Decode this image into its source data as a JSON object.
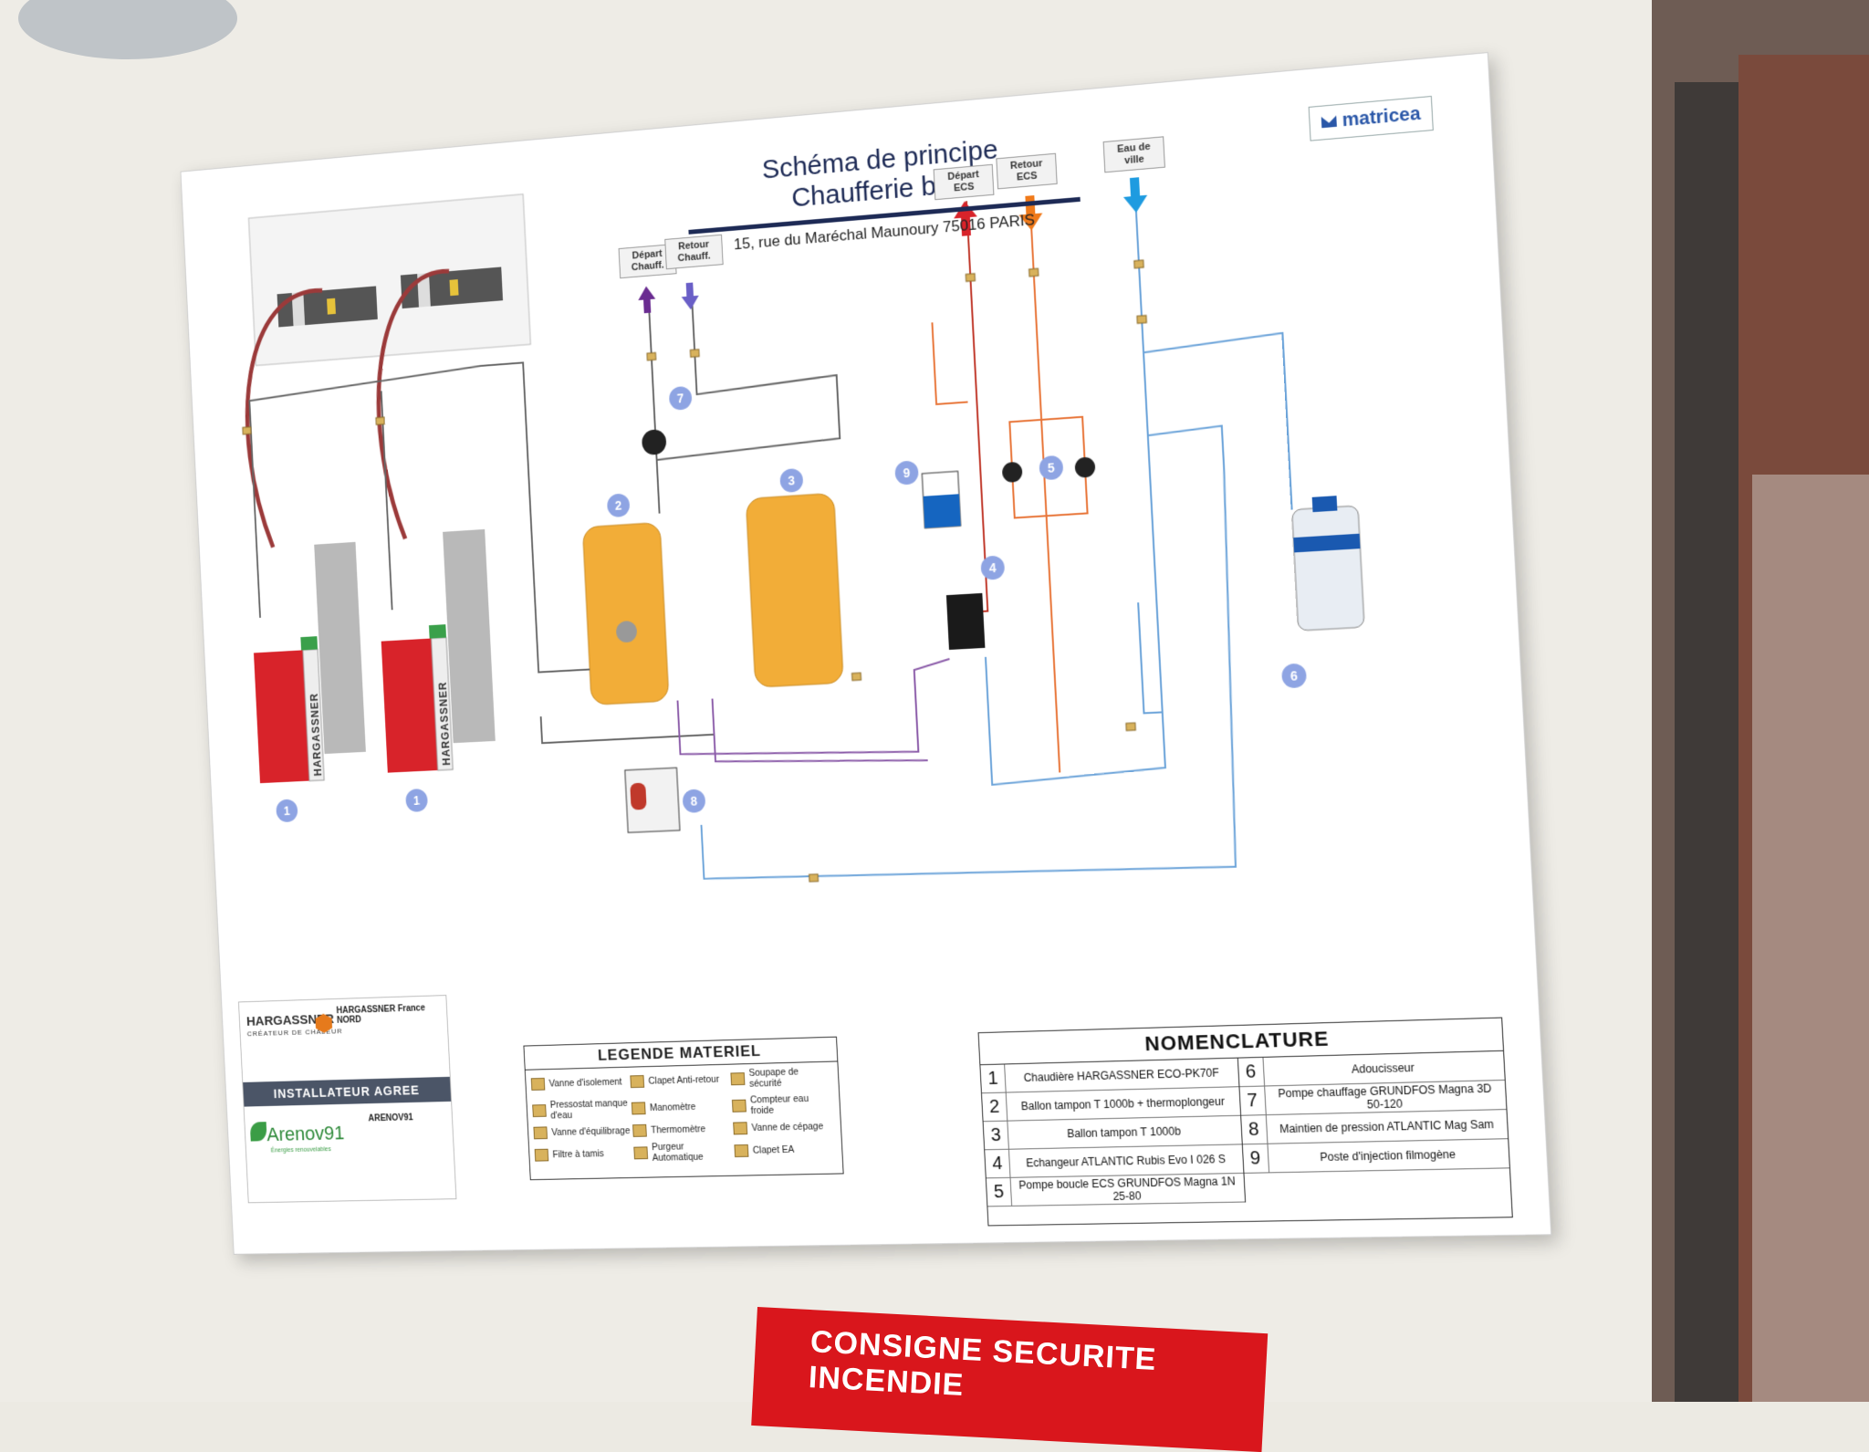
{
  "header": {
    "title_line1": "Schéma de principe",
    "title_line2": "Chaufferie bois",
    "address": "15, rue du Maréchal Maunoury 75016 PARIS",
    "brand": "matricea"
  },
  "flow_labels": {
    "depart_chauff": "Départ Chauff.",
    "retour_chauff": "Retour Chauff.",
    "depart_ecs": "Départ ECS",
    "retour_ecs": "Retour ECS",
    "eau_de_ville": "Eau de ville"
  },
  "equipment_numbers": [
    "1",
    "1",
    "2",
    "3",
    "4",
    "5",
    "6",
    "7",
    "8",
    "9"
  ],
  "boiler_brand": "HARGASSNER",
  "colors": {
    "tank": "#f2ad38",
    "boiler_red": "#d8232a",
    "pipe_blue": "#6ba3d9",
    "pipe_orange": "#e8763a",
    "pipe_red": "#c0392b",
    "pipe_purple": "#8a5aa8",
    "arrow_red": "#d8232a",
    "arrow_orange": "#f07a1a",
    "arrow_blue": "#1e9be0",
    "arrow_purple": "#6a2c91",
    "badge": "#8ea4e3",
    "dark_navy": "#1d2a55"
  },
  "legend": {
    "title": "LEGENDE MATERIEL",
    "items": [
      "Vanne d'isolement",
      "Clapet Anti-retour",
      "Soupape de sécurité",
      "Pressostat manque d'eau",
      "Manomètre",
      "Compteur eau froide",
      "Vanne d'équilibrage",
      "Thermomètre",
      "Vanne de cépage",
      "Filtre à tamis",
      "Purgeur Automatique",
      "Clapet EA"
    ]
  },
  "nomenclature": {
    "title": "NOMENCLATURE",
    "left": [
      {
        "n": "1",
        "t": "Chaudière HARGASSNER ECO-PK70F"
      },
      {
        "n": "2",
        "t": "Ballon tampon T 1000b + thermoplongeur"
      },
      {
        "n": "3",
        "t": "Ballon tampon T 1000b"
      },
      {
        "n": "4",
        "t": "Echangeur ATLANTIC Rubis Evo I 026 S"
      },
      {
        "n": "5",
        "t": "Pompe boucle ECS GRUNDFOS Magna 1N 25-80"
      }
    ],
    "right": [
      {
        "n": "6",
        "t": "Adoucisseur"
      },
      {
        "n": "7",
        "t": "Pompe chauffage GRUNDFOS Magna 3D 50-120"
      },
      {
        "n": "8",
        "t": "Maintien de pression ATLANTIC Mag Sam"
      },
      {
        "n": "9",
        "t": "Poste d'injection filmogène"
      }
    ]
  },
  "installer": {
    "hargassner_logo": "HARGASSNER",
    "hargassner_tagline": "CRÉATEUR DE CHALEUR",
    "hargassner_name": "HARGASSNER France NORD",
    "band": "INSTALLATEUR AGREE",
    "arenov_logo": "Arenov91",
    "arenov_tagline": "Énergies renouvelables",
    "arenov_name": "ARENOV91"
  },
  "safety_sign": "CONSIGNE SECURITE INCENDIE"
}
